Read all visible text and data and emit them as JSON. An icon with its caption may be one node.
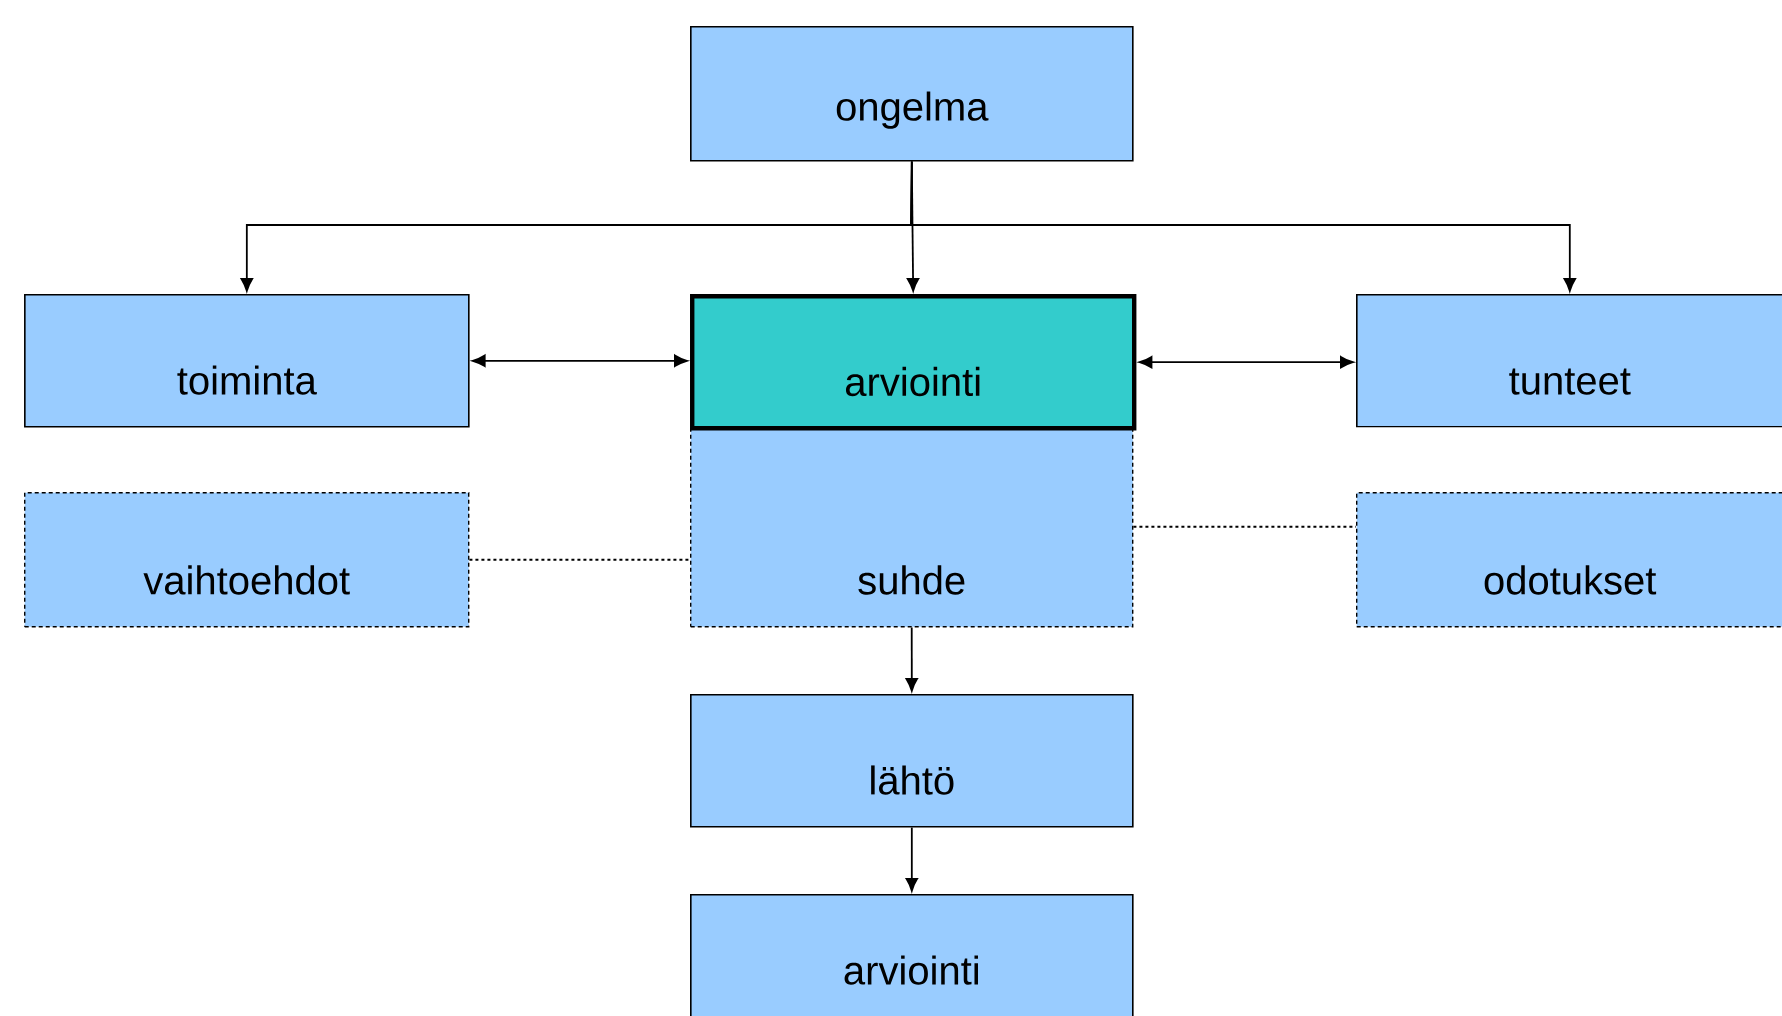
{
  "diagram": {
    "nodes": [
      {
        "text": [
          "ongelma"
        ]
      },
      {
        "text": [
          "toiminta"
        ]
      },
      {
        "text": [
          "arviointi"
        ]
      },
      {
        "text": [
          "tunteet"
        ]
      },
      {
        "text": [
          "vaihtoehdot"
        ]
      },
      {
        "text": [
          "suhde"
        ]
      },
      {
        "text": [
          "odotukset"
        ]
      },
      {
        "text": [
          "lähtö"
        ]
      },
      {
        "text": [
          "arviointi"
        ]
      }
    ],
    "edges": [
      {
        "from": 0,
        "to": 1,
        "arrow": "to"
      },
      {
        "from": 0,
        "to": 2,
        "arrow": "to"
      },
      {
        "from": 0,
        "to": 3,
        "arrow": "to"
      },
      {
        "from": 1,
        "to": 2,
        "arrow": "both"
      },
      {
        "from": 2,
        "to": 3,
        "arrow": "both"
      },
      {
        "from": 4,
        "to": 5,
        "arrow": "none",
        "style": "dashed"
      },
      {
        "from": 5,
        "to": 6,
        "arrow": "none",
        "style": "dashed"
      },
      {
        "from": 5,
        "to": 7,
        "arrow": "to"
      },
      {
        "from": 7,
        "to": 8,
        "arrow": "to"
      }
    ]
  }
}
